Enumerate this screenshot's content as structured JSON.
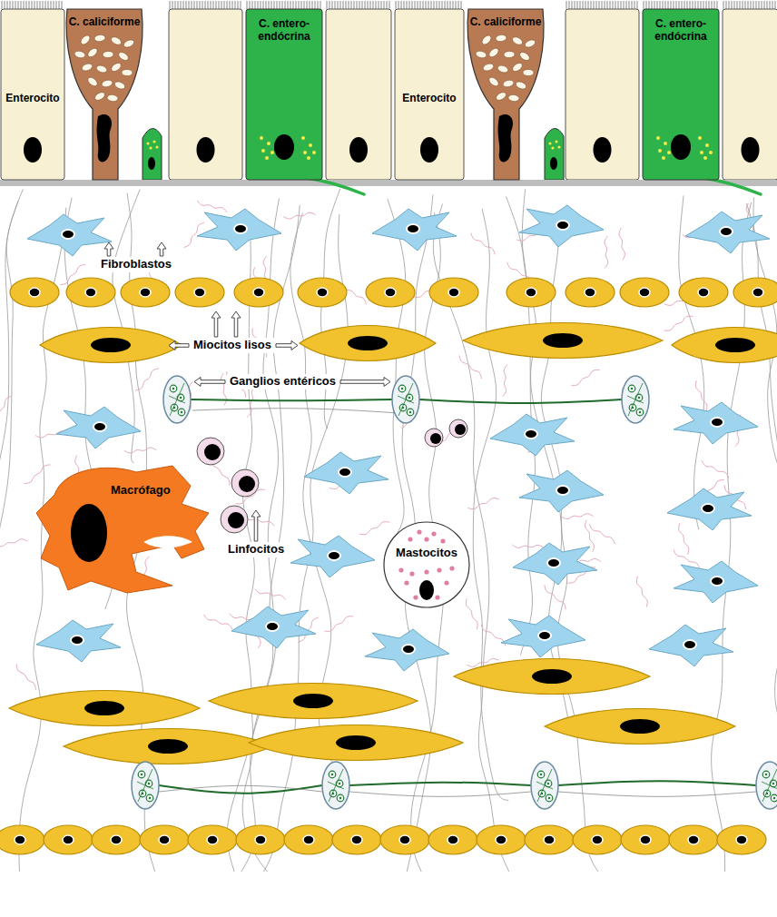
{
  "diagram": {
    "nodes": [
      {
        "text": [
          "Enterocito"
        ]
      },
      {
        "text": [
          "C. caliciforme"
        ]
      },
      {
        "text": [
          "C. entero- endócrina"
        ]
      },
      {
        "text": [
          "Enterocito"
        ]
      },
      {
        "text": [
          "C. caliciforme"
        ]
      },
      {
        "text": [
          "C. entero- endócrina"
        ]
      },
      {
        "text": [
          "Macrófago"
        ]
      },
      {
        "text": [
          "Mastocitos"
        ]
      }
    ],
    "labels": [
      "Fibroblastos",
      "Miocitos lisos",
      "Ganglios entéricos",
      "Linfocitos"
    ]
  }
}
